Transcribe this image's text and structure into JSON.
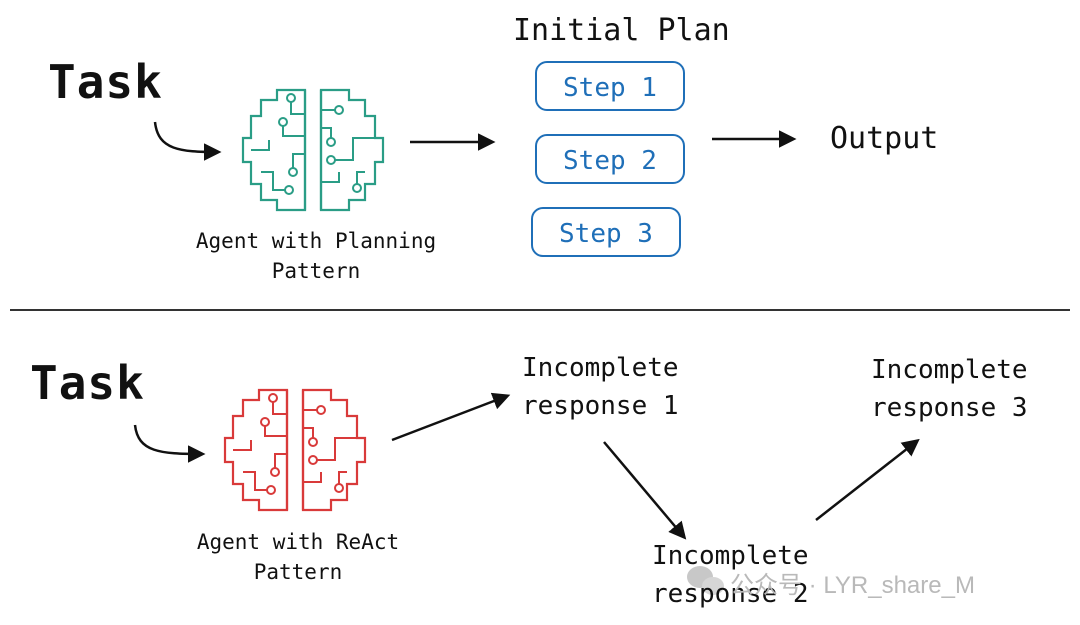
{
  "top": {
    "task_label": "Task",
    "agent_caption_line1": "Agent with Planning",
    "agent_caption_line2": "Pattern",
    "plan_title": "Initial Plan",
    "steps": [
      "Step 1",
      "Step 2",
      "Step 3"
    ],
    "output_label": "Output",
    "brain_color": "#2a9d86"
  },
  "bottom": {
    "task_label": "Task",
    "agent_caption_line1": "Agent with ReAct",
    "agent_caption_line2": "Pattern",
    "responses": [
      {
        "line1": "Incomplete",
        "line2": "response 1"
      },
      {
        "line1": "Incomplete",
        "line2": "response 2"
      },
      {
        "line1": "Incomplete",
        "line2": "response 3"
      }
    ],
    "brain_color": "#d93a3a"
  },
  "watermark": "公众号 · LYR_share_M",
  "colors": {
    "step_border": "#1f6fb8",
    "arrow": "#111111",
    "divider": "#333333"
  },
  "icons": [
    "brain-circuit-icon",
    "arrow-icon",
    "wechat-icon"
  ]
}
